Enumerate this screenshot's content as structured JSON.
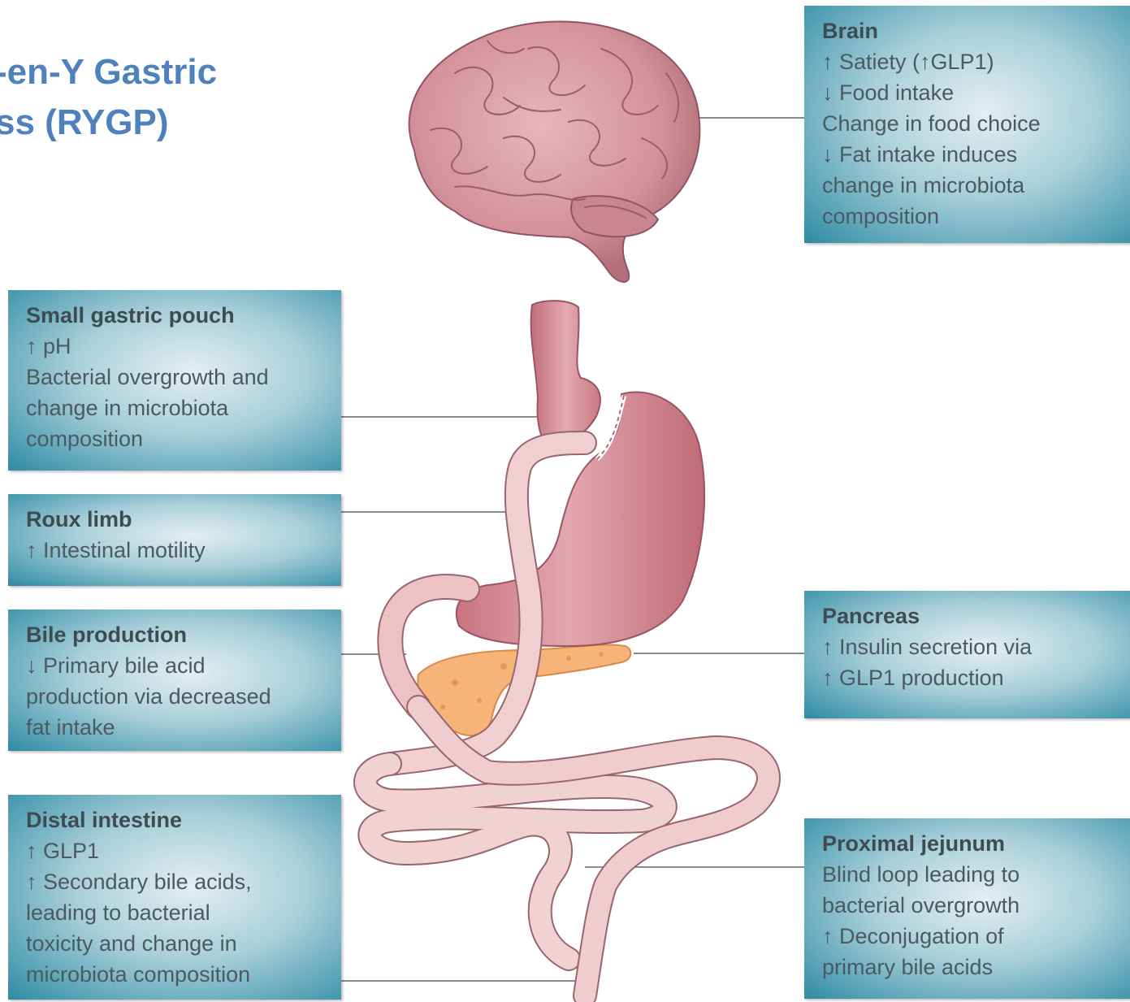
{
  "title": {
    "line1": "-en-Y Gastric",
    "line2": "ss (RYGP)"
  },
  "colors": {
    "title": "#4f81bd",
    "box_edge": "#2f8aa1",
    "box_center": "#e3eff2",
    "organ_pink": "#d58d98",
    "pancreas": "#f4b27a",
    "leader": "#8a8a8a"
  },
  "boxes": {
    "brain": {
      "heading": "Brain",
      "lines": [
        "↑ Satiety (↑GLP1)",
        "↓ Food intake",
        "Change in food choice",
        "↓ Fat intake induces",
        "change in microbiota",
        "composition"
      ]
    },
    "pouch": {
      "heading": "Small gastric pouch",
      "lines": [
        "↑ pH",
        "Bacterial overgrowth and",
        "change in microbiota",
        "composition"
      ]
    },
    "roux": {
      "heading": "Roux limb",
      "lines": [
        "↑ Intestinal motility"
      ]
    },
    "bile": {
      "heading": "Bile production",
      "lines": [
        "↓ Primary bile acid",
        "production via decreased",
        "fat intake"
      ]
    },
    "pancreas": {
      "heading": "Pancreas",
      "lines": [
        "↑ Insulin secretion via",
        "↑ GLP1 production"
      ]
    },
    "distal": {
      "heading": "Distal intestine",
      "lines": [
        "↑ GLP1",
        "↑ Secondary bile acids,",
        "leading to bacterial",
        "toxicity and change in",
        "microbiota composition"
      ]
    },
    "jejunum": {
      "heading": "Proximal jejunum",
      "lines": [
        "Blind loop leading to",
        "bacterial overgrowth",
        "↑ Deconjugation of",
        "primary bile acids"
      ]
    }
  }
}
